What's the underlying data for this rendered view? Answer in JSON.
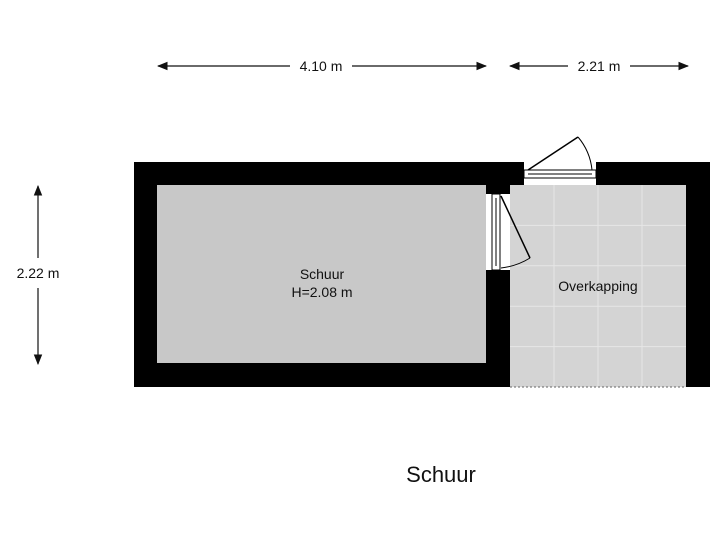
{
  "dimensions": {
    "width_left": "4.10 m",
    "width_right": "2.21 m",
    "height": "2.22 m"
  },
  "rooms": {
    "schuur": {
      "name": "Schuur",
      "height": "H=2.08 m"
    },
    "overkapping": {
      "name": "Overkapping"
    }
  },
  "plan_title": "Schuur",
  "colors": {
    "wall": "#000000",
    "room_fill": "#c8c8c8",
    "tile_fill": "#d4d4d4",
    "tile_line": "#e4e4e4",
    "background": "#ffffff"
  }
}
